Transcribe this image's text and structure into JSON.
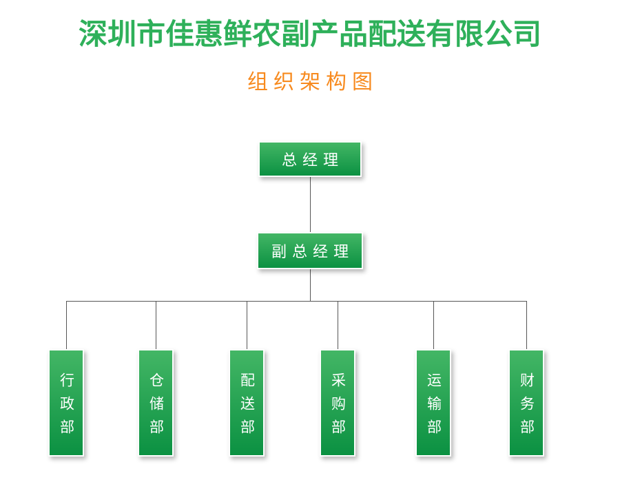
{
  "page": {
    "title": "深圳市佳惠鲜农副产品配送有限公司",
    "subtitle": "组织架构图"
  },
  "org_chart": {
    "root": {
      "label": "总经理"
    },
    "deputy": {
      "label": "副总经理"
    },
    "departments": [
      {
        "label": "行政部"
      },
      {
        "label": "仓储部"
      },
      {
        "label": "配送部"
      },
      {
        "label": "采购部"
      },
      {
        "label": "运输部"
      },
      {
        "label": "财务部"
      }
    ]
  },
  "colors": {
    "title_green": "#2eb05a",
    "subtitle_orange": "#f78a1e",
    "box_gradient_top": "#43b665",
    "box_gradient_bottom": "#0b9142",
    "box_text": "#ffffff",
    "connector_gray": "#555555"
  }
}
